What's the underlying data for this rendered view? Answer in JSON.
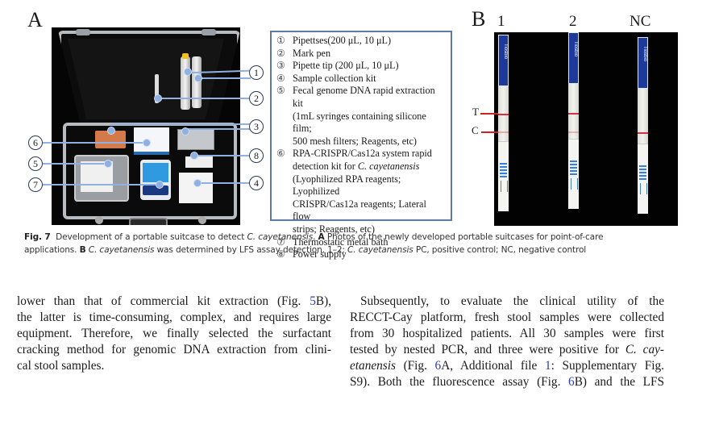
{
  "figure": {
    "panel_a_label": "A",
    "panel_b_label": "B",
    "legend": [
      {
        "num": "①",
        "text": "Pipettses(200 μL, 10 μL)"
      },
      {
        "num": "②",
        "text": "Mark pen"
      },
      {
        "num": "③",
        "text": "Pipette tip (200 μL, 10 μL)"
      },
      {
        "num": "④",
        "text": "Sample collection kit"
      },
      {
        "num": "⑤",
        "lines": [
          "Fecal genome DNA rapid extraction kit",
          "(1mL syringes containing silicone film;",
          "500 mesh filters; Reagents, etc)"
        ]
      },
      {
        "num": "⑥",
        "lines_pre": "RPA-CRISPR/Cas12a system rapid",
        "line2_plain": "detection kit for ",
        "line2_italic": "C. cayetanensis",
        "lines_post": [
          "(Lyophilized RPA reagents; Lyophilized",
          "CRISPR/Cas12a reagents; Lateral flow",
          "strips; Reagents, etc)"
        ]
      },
      {
        "num": "⑦",
        "text": "Thermostatic metal bath"
      },
      {
        "num": "⑧",
        "text": "Power supply"
      }
    ],
    "callouts": [
      "1",
      "1",
      "2",
      "3",
      "3",
      "6",
      "8",
      "5",
      "7",
      "4"
    ],
    "panel_b": {
      "lanes": [
        "1",
        "2",
        "NC"
      ],
      "test_line_label": "T",
      "control_line_label": "C",
      "strip_brand": "Tiosbio"
    },
    "caption": {
      "fig_label": "Fig. 7",
      "title_plain": "Development of a portable suitcase to detect ",
      "title_italic": "C. cayetanensis",
      "title_end": ".",
      "a_label": "A",
      "a_text": "Photos of the newly developed portable suitcases for point-of-care",
      "a_text_cont": "applications.",
      "b_label": "B",
      "b_italic": "C. cayetanensis",
      "b_text": "was determined by LFS assay detection. 1–2:",
      "b_italic2": "C. cayetanensis",
      "b_text2": "PC, positive control; NC, negative control"
    }
  },
  "body": {
    "left_column": [
      {
        "pre": "lower than that of commercial kit extraction (Fig. ",
        "ref": "5",
        "post": "B),"
      },
      {
        "text": "the latter is time-consuming, complex, and requires large"
      },
      {
        "text": "equipment. Therefore, we finally selected the surfactant"
      },
      {
        "text": "cracking method for genomic DNA extraction from clini-"
      },
      {
        "text": "cal stool samples."
      }
    ],
    "right_column": {
      "l1": "Subsequently, to evaluate the clinical utility of the",
      "l2": "RECCT-Cay platform, fresh stool samples were collected",
      "l3": "from 30 hospitalized patients. All 30 samples were first",
      "l4_plain": "tested by nested PCR, and three were positive for ",
      "l4_italic": "C. cay-",
      "l5_italic": "etanensis",
      "l5_a": " (Fig. ",
      "l5_ref1": "6",
      "l5_b": "A, Additional file ",
      "l5_ref2": "1",
      "l5_c": ": Supplementary Fig.",
      "l6_a": "S9). Both the fluorescence assay (Fig. ",
      "l6_ref": "6",
      "l6_b": "B) and the LFS"
    }
  },
  "colors": {
    "link": "#2a3cb0",
    "legend_border": "#5a7aa0",
    "callout_line": "#8fb0e0",
    "strip_blue": "#1d3a9a",
    "band_red": "#d83040"
  }
}
